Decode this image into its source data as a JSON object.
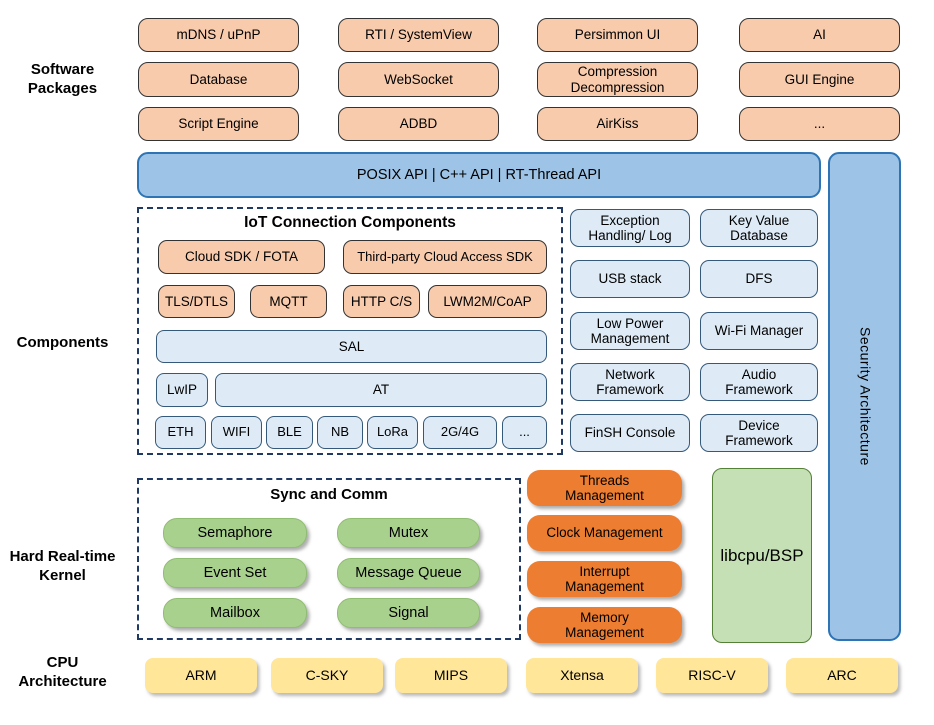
{
  "colors": {
    "package_fill": "#F8CBAD",
    "package_border": "#333333",
    "api_fill": "#9DC3E6",
    "api_border": "#2E74B5",
    "component_fill": "#DEEBF7",
    "component_border": "#34597A",
    "dashed_border": "#1F3864",
    "kernel_green_fill": "#A9D18E",
    "kernel_orange_fill": "#ED7D31",
    "libcpu_fill": "#C5E0B4",
    "libcpu_border": "#538135",
    "cpu_fill": "#FFE699",
    "background": "#FFFFFF"
  },
  "section_labels": {
    "software_packages": "Software\nPackages",
    "components": "Components",
    "kernel": "Hard Real-time\nKernel",
    "cpu": "CPU\nArchitecture"
  },
  "software_packages": {
    "items": [
      "mDNS / uPnP",
      "RTI / SystemView",
      "Persimmon UI",
      "AI",
      "Database",
      "WebSocket",
      "Compression\nDecompression",
      "GUI Engine",
      "Script Engine",
      "ADBD",
      "AirKiss",
      "..."
    ]
  },
  "api_bar": {
    "label": "POSIX API  |  C++ API  |  RT-Thread API"
  },
  "security": {
    "label": "Security Architecture"
  },
  "iot": {
    "title": "IoT Connection Components",
    "cloud_sdk": "Cloud SDK / FOTA",
    "third_party": "Third-party Cloud Access SDK",
    "protocols": [
      "TLS/DTLS",
      "MQTT",
      "HTTP C/S",
      "LWM2M/CoAP"
    ],
    "sal": "SAL",
    "lwip": "LwIP",
    "at": "AT",
    "links": [
      "ETH",
      "WIFI",
      "BLE",
      "NB",
      "LoRa",
      "2G/4G",
      "..."
    ]
  },
  "frameworks": {
    "items": [
      "Exception\nHandling/ Log",
      "Key Value\nDatabase",
      "USB stack",
      "DFS",
      "Low Power\nManagement",
      "Wi-Fi Manager",
      "Network\nFramework",
      "Audio\nFramework",
      "FinSH Console",
      "Device\nFramework"
    ]
  },
  "kernel": {
    "sync_title": "Sync and Comm",
    "sync_items": [
      "Semaphore",
      "Mutex",
      "Event Set",
      "Message Queue",
      "Mailbox",
      "Signal"
    ],
    "mgmt_items": [
      "Threads\nManagement",
      "Clock Management",
      "Interrupt\nManagement",
      "Memory\nManagement"
    ],
    "libcpu": "libcpu/BSP"
  },
  "cpu": {
    "items": [
      "ARM",
      "C-SKY",
      "MIPS",
      "Xtensa",
      "RISC-V",
      "ARC"
    ]
  }
}
